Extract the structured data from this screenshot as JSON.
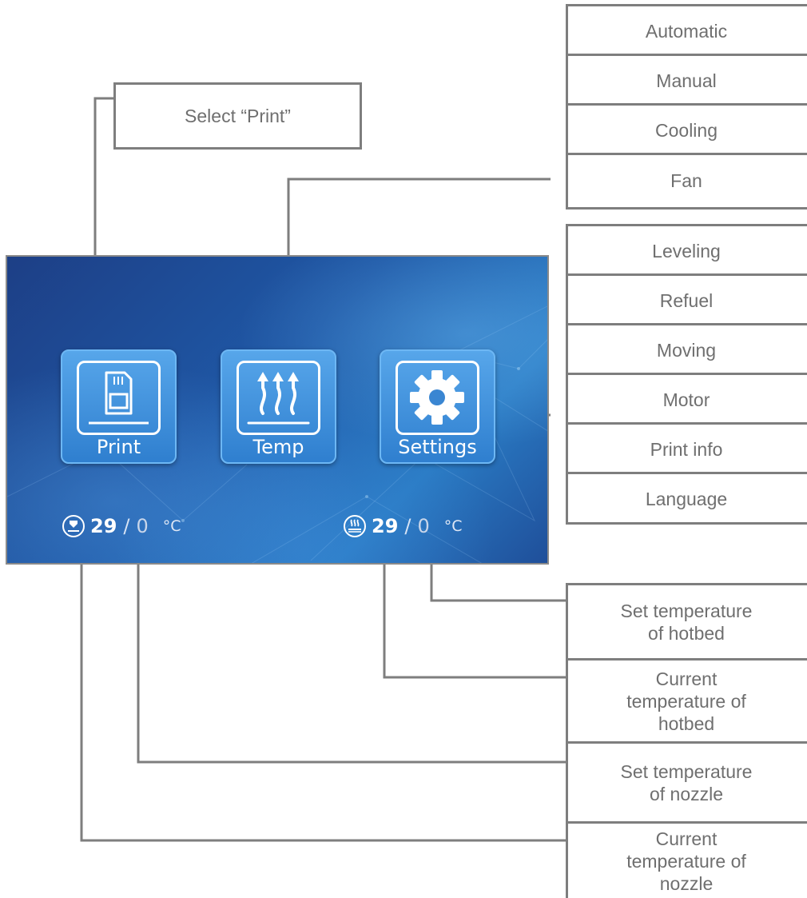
{
  "select_callout": "Select “Print”",
  "temp_menu": [
    "Automatic",
    "Manual",
    "Cooling",
    "Fan"
  ],
  "settings_menu": [
    "Leveling",
    "Refuel",
    "Moving",
    "Motor",
    "Print info",
    "Language"
  ],
  "descriptions": [
    "Set temperature\nof   hotbed",
    "Current\ntemperature of\nhotbed",
    "Set temperature\nof nozzle",
    "Current\ntemperature of\nnozzle"
  ],
  "screen": {
    "buttons": [
      {
        "label": "Print",
        "icon": "sd-card-icon"
      },
      {
        "label": "Temp",
        "icon": "heat-arrows-icon"
      },
      {
        "label": "Settings",
        "icon": "gear-icon"
      }
    ],
    "nozzle": {
      "current": "29",
      "separator": "/",
      "set": "0",
      "unit": "°C",
      "icon": "nozzle-icon"
    },
    "hotbed": {
      "current": "29",
      "separator": "/",
      "set": "0",
      "unit": "°C",
      "icon": "hotbed-icon"
    }
  },
  "colors": {
    "line": "#7e7e7e",
    "text": "#6f6f6f",
    "tile": "#3a8ad8",
    "screen": "#1f58a6"
  }
}
